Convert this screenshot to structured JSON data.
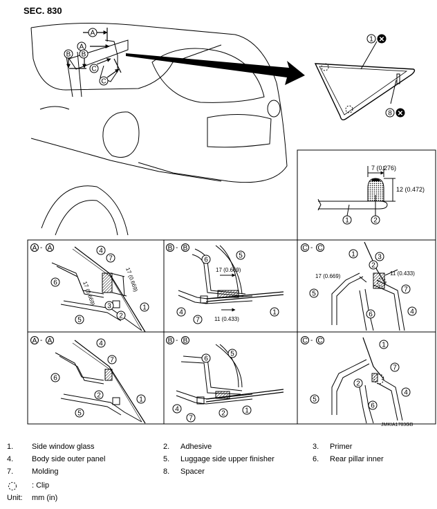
{
  "header": {
    "section": "SEC. 830"
  },
  "figure_code": "JMKIA1783GB",
  "callouts": {
    "A": "A",
    "B": "B",
    "C": "C",
    "n1": "1",
    "n2": "2",
    "n3": "3",
    "n4": "4",
    "n5": "5",
    "n6": "6",
    "n7": "7",
    "n8": "8",
    "x_mark": "✕"
  },
  "section_labels": {
    "aa": "A - A",
    "bb": "B - B",
    "cc": "C - C"
  },
  "dimensions": {
    "detail_width": "7 (0.276)",
    "detail_height": "12 (0.472)",
    "aa_1": "17 (0.669)",
    "aa_2": "17 (0.669)",
    "bb_1": "17 (0.669)",
    "bb_2": "11 (0.433)",
    "cc_1": "17 (0.669)",
    "cc_2": "11 (0.433)"
  },
  "legend": {
    "items": [
      {
        "num": "1.",
        "label": "Side window glass"
      },
      {
        "num": "2.",
        "label": "Adhesive"
      },
      {
        "num": "3.",
        "label": "Primer"
      },
      {
        "num": "4.",
        "label": "Body side outer panel"
      },
      {
        "num": "5.",
        "label": "Luggage side upper finisher"
      },
      {
        "num": "6.",
        "label": "Rear pillar inner"
      },
      {
        "num": "7.",
        "label": "Molding"
      },
      {
        "num": "8.",
        "label": "Spacer"
      }
    ],
    "clip_label": ": Clip",
    "unit_key": "Unit:",
    "unit_value": "mm (in)"
  },
  "colors": {
    "line": "#000000",
    "hatch": "#555555"
  }
}
